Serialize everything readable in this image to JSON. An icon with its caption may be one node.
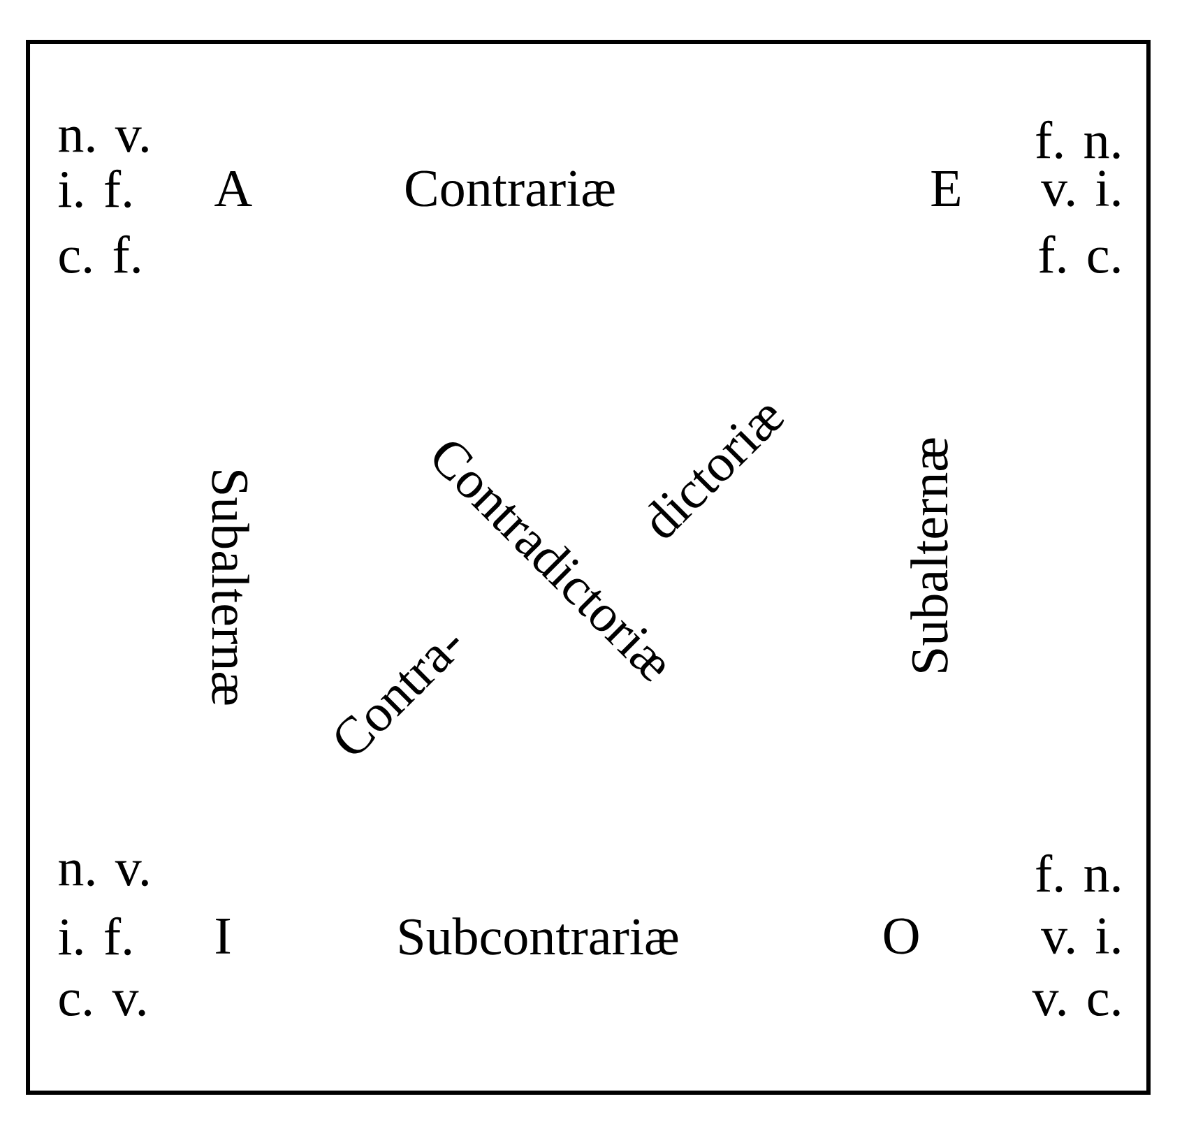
{
  "diagram": {
    "labels": [
      "n. v.",
      "f. n.",
      "i. f.",
      "A",
      "Contrariæ",
      "E",
      "v. i.",
      "c. f.",
      "f. c.",
      "Subalternæ",
      "Contradictoriæ",
      "dictoriæ",
      "Contra-",
      "Subalternæ",
      "n. v.",
      "f. n.",
      "i. f.",
      "I",
      "Subcontrariæ",
      "O",
      "v. i.",
      "c. v.",
      "v. c."
    ]
  }
}
